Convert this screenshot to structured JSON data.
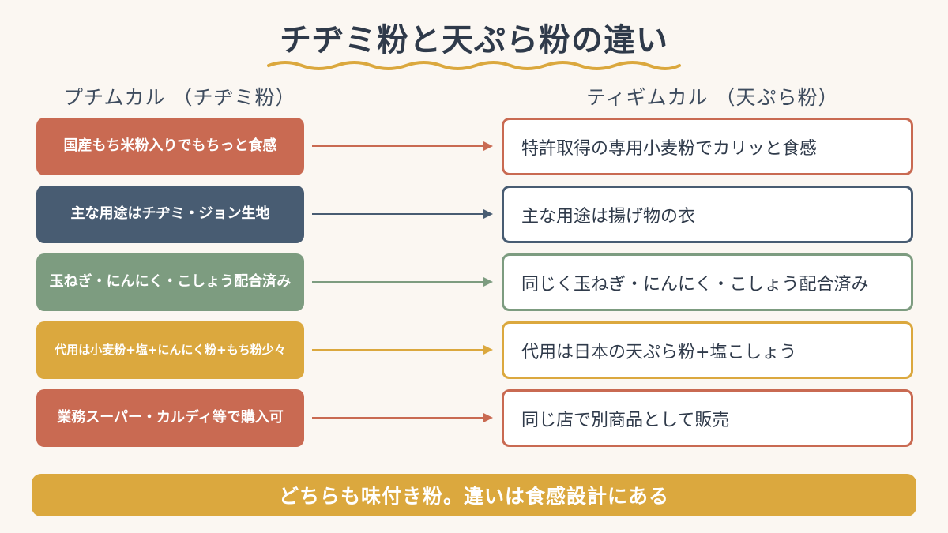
{
  "title": "チヂミ粉と天ぷら粉の違い",
  "left_header": "プチムカル （チヂミ粉）",
  "right_header": "ティギムカル （天ぷら粉）",
  "rows": [
    {
      "left": "国産もち米粉入りでもちっと食感",
      "right": "特許取得の専用小麦粉でカリッと食感",
      "color": "#c96a52"
    },
    {
      "left": "主な用途はチヂミ・ジョン生地",
      "right": "主な用途は揚げ物の衣",
      "color": "#485c72"
    },
    {
      "left": "玉ねぎ・にんにく・こしょう配合済み",
      "right": "同じく玉ねぎ・にんにく・こしょう配合済み",
      "color": "#7d9c80"
    },
    {
      "left": "代用は小麦粉+塩+にんにく粉+もち粉少々",
      "right": "代用は日本の天ぷら粉+塩こしょう",
      "color": "#dba83e"
    },
    {
      "left": "業務スーパー・カルディ等で購入可",
      "right": "同じ店で別商品として販売",
      "color": "#c96a52"
    }
  ],
  "footer": "どちらも味付き粉。違いは食感設計にある",
  "colors": {
    "background": "#fbf7f2",
    "wave": "#dba83e",
    "footer": "#dba83e"
  }
}
